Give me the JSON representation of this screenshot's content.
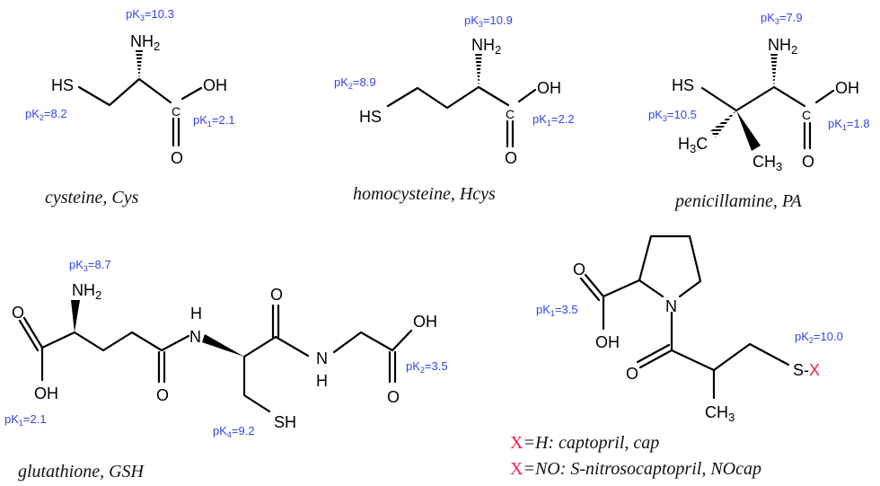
{
  "pk_symbol": "pK",
  "atoms": {
    "NH": "NH",
    "N": "N",
    "H": "H",
    "two": "2",
    "three": "3",
    "HS": "HS",
    "SH": "SH",
    "OH": "OH",
    "O": "O",
    "C": "C",
    "CH": "CH",
    "S": "S-",
    "X": "X"
  },
  "colors": {
    "pk_label": "#3344ee",
    "x_highlight": "#ff1a4f",
    "bonds": "#000000"
  },
  "cys": {
    "name": "cysteine, Cys",
    "pk3": {
      "sub": "3",
      "value": "=10.3"
    },
    "pk2": {
      "sub": "2",
      "value": "=8.2"
    },
    "pk1": {
      "sub": "1",
      "value": "=2.1"
    }
  },
  "hcys": {
    "name": "homocysteine, Hcys",
    "pk3": {
      "sub": "3",
      "value": "=10.9"
    },
    "pk2": {
      "sub": "2",
      "value": "=8.9"
    },
    "pk1": {
      "sub": "1",
      "value": "=2.2"
    }
  },
  "pa": {
    "name": "penicillamine, PA",
    "pk3a": {
      "sub": "3",
      "value": "=7.9"
    },
    "pk3b": {
      "sub": "3",
      "value": "=10.5"
    },
    "pk1": {
      "sub": "1",
      "value": "=1.8"
    }
  },
  "gsh": {
    "name": "glutathione, GSH",
    "pk3": {
      "sub": "3",
      "value": "=8.7"
    },
    "pk1": {
      "sub": "1",
      "value": "=2.1"
    },
    "pk4": {
      "sub": "4",
      "value": "=9.2"
    },
    "pk2": {
      "sub": "2",
      "value": "=3.5"
    }
  },
  "cap": {
    "pk1": {
      "sub": "1",
      "value": "=3.5"
    },
    "pk2": {
      "sub": "2",
      "value": "=10.0"
    },
    "caption1": {
      "x": "X",
      "text": "=H: captopril, cap"
    },
    "caption2": {
      "x": "X",
      "text": "=NO: S-nitrosocaptopril, NOcap"
    }
  }
}
